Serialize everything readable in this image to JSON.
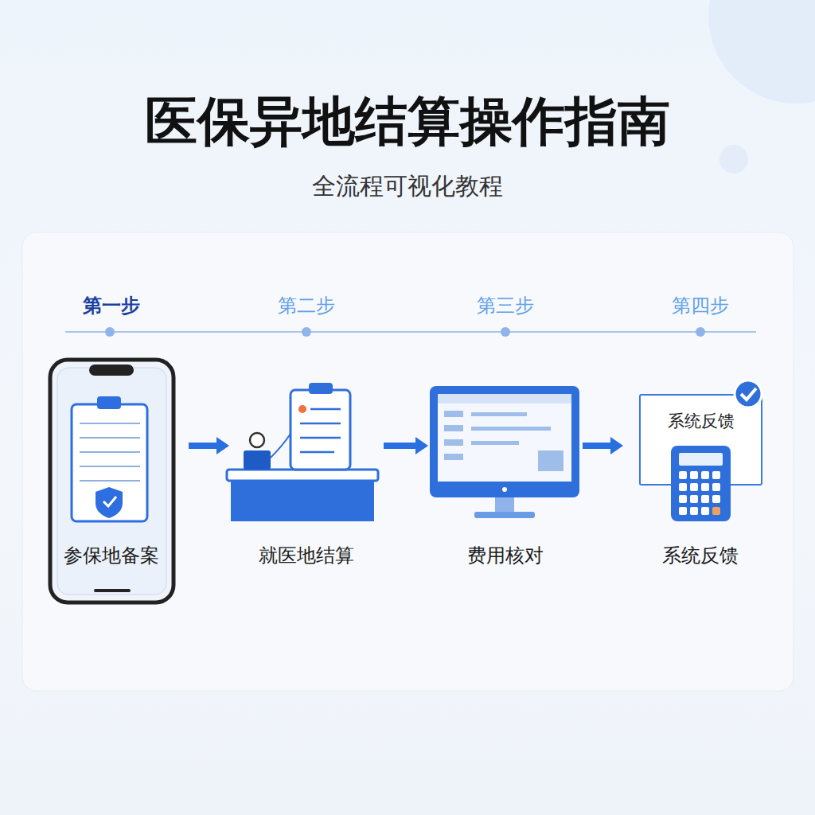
{
  "diagram": {
    "title": "医保异地结算操作指南",
    "nodes": [
      {
        "text": [
          "第一步",
          "参保地备案"
        ]
      },
      {
        "text": [
          "第二步",
          "就医地结算"
        ]
      },
      {
        "text": [
          "第三步",
          "费用核对"
        ]
      },
      {
        "text": [
          "第四步",
          "系统反馈"
        ]
      },
      {
        "text": [
          "系统反馈"
        ],
        "in": 3
      }
    ],
    "edges": [
      {
        "from": 0,
        "to": 1,
        "arrow": "to"
      },
      {
        "from": 1,
        "to": 2,
        "arrow": "to"
      },
      {
        "from": 2,
        "to": 3,
        "arrow": "to"
      }
    ],
    "labels": [
      "全流程可视化教程"
    ]
  }
}
